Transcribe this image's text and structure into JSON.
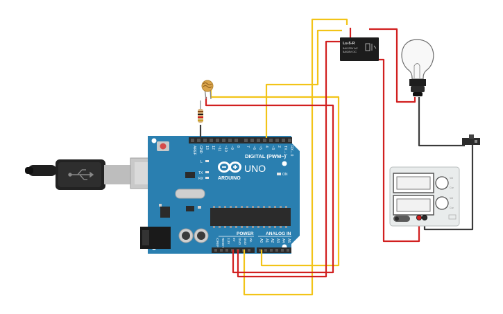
{
  "canvas": {
    "background": "#ffffff"
  },
  "colors": {
    "board": "#2a7fb0",
    "board_dark": "#1e6b96",
    "header": "#2b2b2b",
    "wire_red": "#d11f1f",
    "wire_yellow": "#f2c418",
    "wire_black": "#3a3a3a",
    "relay": "#1c1c1c",
    "psu_body": "#e9ecec"
  },
  "arduino": {
    "logo_text": "ARDUINO",
    "model": "UNO",
    "digital_label": "DIGITAL (PWM~)",
    "power_label": "POWER",
    "analog_label": "ANALOG IN",
    "on_label": "ON",
    "led_l": "L",
    "led_tx": "TX",
    "led_rx": "RX",
    "digital_pins": [
      "AREF",
      "GND",
      "13",
      "12",
      "~11",
      "~10",
      "~9",
      "8",
      "7",
      "~6",
      "~5",
      "4",
      "~3",
      "2",
      "TX→1",
      "RX←0"
    ],
    "power_pins": [
      "IOREF",
      "RESET",
      "3.3V",
      "5V",
      "GND",
      "GND",
      "Vin"
    ],
    "analog_pins": [
      "A0",
      "A1",
      "A2",
      "A3",
      "A4",
      "A5"
    ]
  },
  "relay": {
    "model": "Lu-5-R",
    "rating_ac": "5A/125V AC",
    "rating_dc": "5A/28V DC"
  },
  "components": {
    "photoresistor": "photoresistor-icon",
    "resistor": "resistor-icon",
    "bulb": "light-bulb-icon",
    "usb": "usb-cable-icon",
    "switch": "slide-switch-icon",
    "power_supply": "power-supply-icon"
  },
  "power_supply": {
    "knob1_top": "Vol",
    "knob1_bottom": "Cur",
    "knob2_top": "Vol",
    "knob2_bottom": "Cur"
  }
}
